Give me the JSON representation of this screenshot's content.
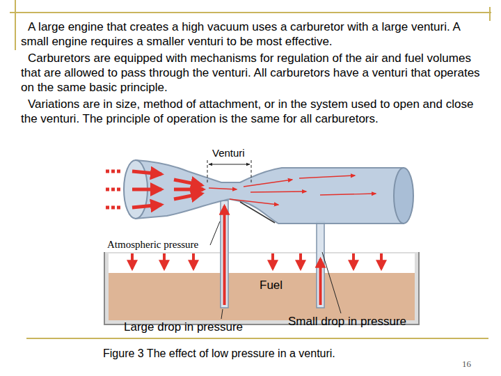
{
  "diagram": {
    "caption": "Figure 3 The effect of low pressure in a venturi.",
    "labels": [
      "A large engine that creates a high vacuum uses a carburetor with a large venturi. A small engine requires a smaller venturi to be most effective.",
      "Carburetors are equipped with mechanisms for regulation of the air and fuel volumes that are allowed to pass through the venturi. All carburetors have a venturi that operates on the same basic principle.",
      "Variations are in size, method of attachment, or in the system used to open and close the venturi. The principle of operation is the same for all carburetors.",
      "Venturi",
      "Atmospheric pressure",
      "Fuel",
      "Large drop in pressure",
      "Small drop in pressure",
      "16"
    ]
  }
}
